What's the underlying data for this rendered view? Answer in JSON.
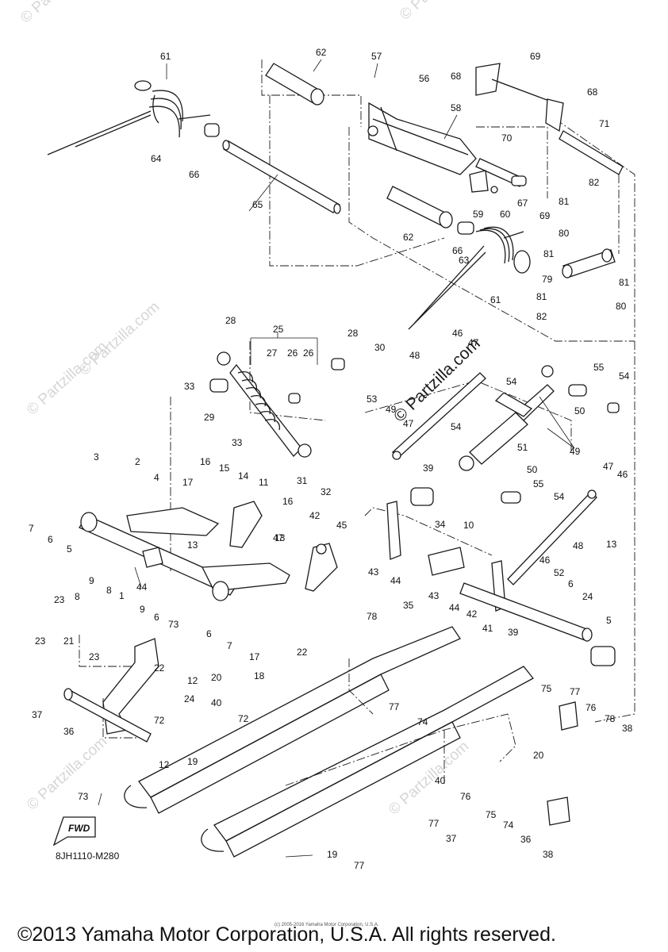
{
  "watermarks": [
    "© Partzilla.com",
    "© Partzilla.com",
    "© Partzilla.com",
    "© Partzilla.com",
    "© Partzilla.com",
    "© Partzilla.com"
  ],
  "center_watermark": "© Partzilla.com",
  "fwd_badge": "FWD",
  "part_code": "8JH1110-M280",
  "copyright_small": "(c) 2005-2016 Yamaha Motor Corporation, U.S.A.",
  "copyright": "©2013 Yamaha Motor Corporation, U.S.A. All rights reserved.",
  "callouts": [
    "61",
    "62",
    "57",
    "68",
    "69",
    "56",
    "58",
    "68",
    "71",
    "64",
    "66",
    "65",
    "70",
    "82",
    "59",
    "60",
    "67",
    "69",
    "81",
    "80",
    "62",
    "66",
    "63",
    "81",
    "79",
    "81",
    "61",
    "81",
    "80",
    "82",
    "28",
    "25",
    "27",
    "26",
    "26",
    "28",
    "30",
    "46",
    "47",
    "48",
    "33",
    "54",
    "55",
    "54",
    "53",
    "49",
    "29",
    "47",
    "33",
    "51",
    "50",
    "54",
    "31",
    "32",
    "39",
    "49",
    "3",
    "2",
    "4",
    "16",
    "15",
    "14",
    "17",
    "11",
    "16",
    "50",
    "55",
    "54",
    "47",
    "46",
    "7",
    "6",
    "5",
    "13",
    "13",
    "42",
    "43",
    "34",
    "10",
    "45",
    "48",
    "13",
    "47",
    "46",
    "52",
    "6",
    "9",
    "8",
    "1",
    "44",
    "44",
    "43",
    "44",
    "42",
    "41",
    "24",
    "23",
    "8",
    "9",
    "6",
    "73",
    "78",
    "35",
    "39",
    "5",
    "6",
    "7",
    "17",
    "22",
    "23",
    "21",
    "23",
    "22",
    "12",
    "20",
    "18",
    "37",
    "36",
    "24",
    "40",
    "72",
    "72",
    "77",
    "74",
    "75",
    "77",
    "76",
    "78",
    "38",
    "20",
    "19",
    "12",
    "73",
    "40",
    "76",
    "77",
    "75",
    "74",
    "36",
    "38",
    "37",
    "19",
    "77"
  ]
}
